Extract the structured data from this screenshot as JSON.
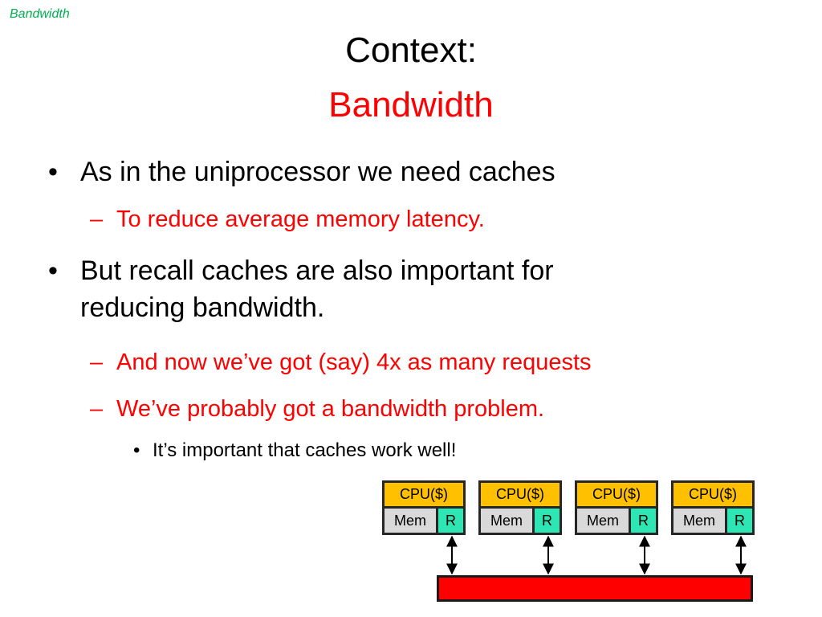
{
  "header": {
    "section_tag": "Bandwidth",
    "title_line1": "Context:",
    "title_line2": "Bandwidth"
  },
  "bullets": [
    {
      "text": "As in the uniprocessor we need caches"
    },
    {
      "text": "To reduce average memory latency."
    },
    {
      "line1": "But recall caches are also important for",
      "line2": "reducing bandwidth."
    },
    {
      "text": "And now we’ve got (say) 4x as many requests"
    },
    {
      "text": "We’ve probably got a bandwidth problem."
    },
    {
      "text": "It’s important that caches work well!"
    }
  ],
  "diagram": {
    "nodes": [
      {
        "cpu_label": "CPU($)",
        "mem_label": "Mem",
        "reg_label": "R"
      },
      {
        "cpu_label": "CPU($)",
        "mem_label": "Mem",
        "reg_label": "R"
      },
      {
        "cpu_label": "CPU($)",
        "mem_label": "Mem",
        "reg_label": "R"
      },
      {
        "cpu_label": "CPU($)",
        "mem_label": "Mem",
        "reg_label": "R"
      }
    ],
    "colors": {
      "cpu": "#ffc000",
      "mem": "#d9d9d9",
      "reg": "#2ee6b4",
      "bus": "#ff0000",
      "accent_red": "#ff0000",
      "section_green": "#00b050"
    }
  }
}
